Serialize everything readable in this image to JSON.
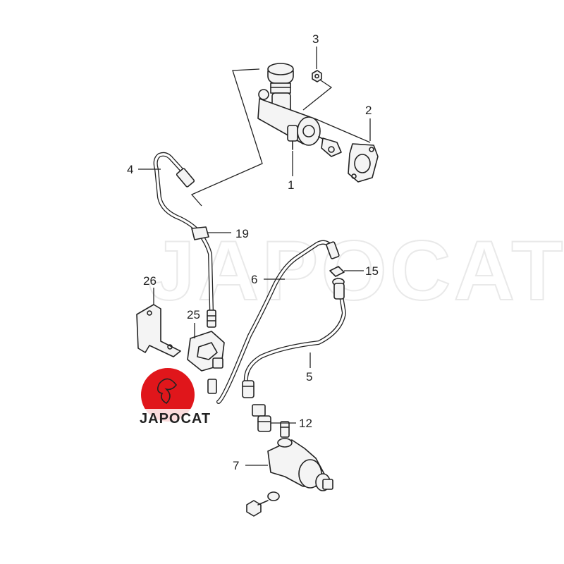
{
  "callouts": {
    "c1": "1",
    "c2": "2",
    "c3": "3",
    "c4": "4",
    "c5": "5",
    "c6": "6",
    "c7": "7",
    "c12": "12",
    "c15": "15",
    "c19": "19",
    "c25": "25",
    "c26": "26"
  },
  "watermark": {
    "text": "JAPOCAT"
  },
  "logo": {
    "text": "JAPOCAT",
    "badge_color": "#e0161b"
  },
  "colors": {
    "line": "#222222",
    "watermark": "#e9e9e9",
    "background": "#ffffff"
  }
}
